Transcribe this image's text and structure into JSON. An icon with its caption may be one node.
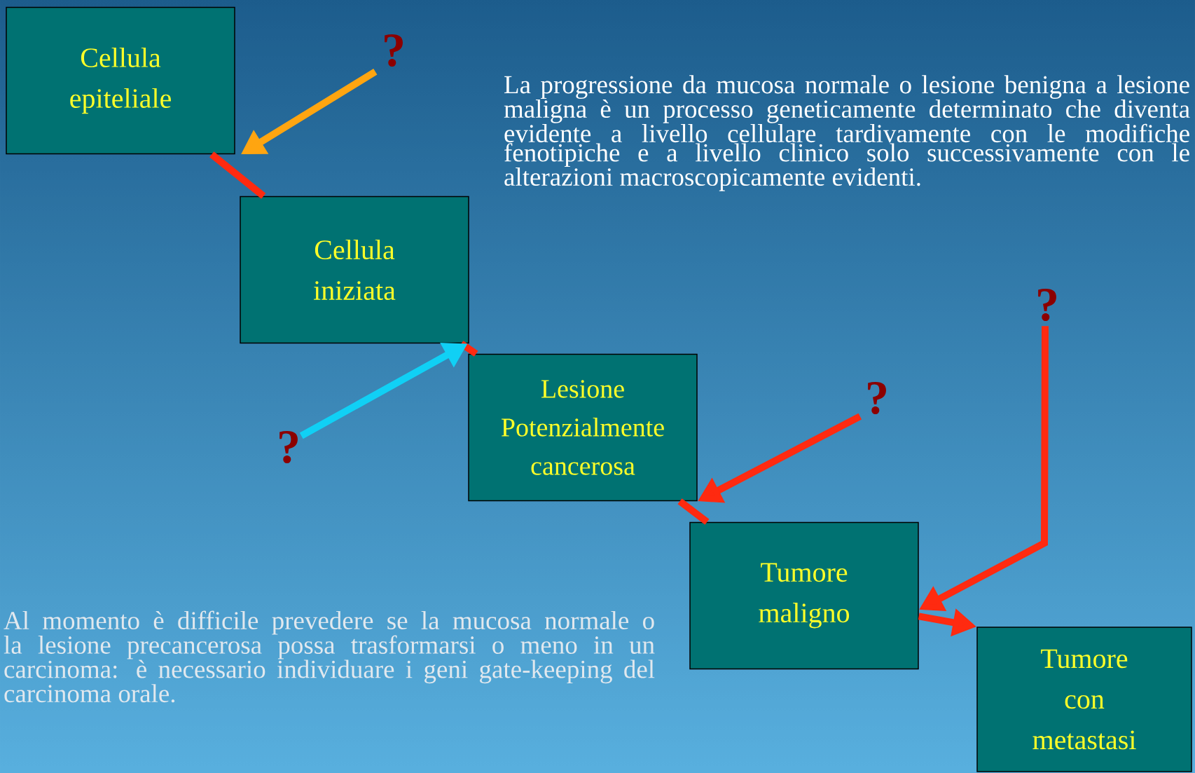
{
  "diagram": {
    "nodes": [
      {
        "text": [
          "Cellula epiteliale"
        ]
      },
      {
        "text": [
          "Cellula iniziata"
        ]
      },
      {
        "text": [
          "Lesione Potenzialmente cancerosa"
        ]
      },
      {
        "text": [
          "Tumore maligno"
        ]
      },
      {
        "text": [
          "Tumore con metastasi"
        ]
      },
      {
        "text": [
          "?"
        ]
      },
      {
        "text": [
          "?"
        ]
      },
      {
        "text": [
          "?"
        ]
      },
      {
        "text": [
          "?"
        ]
      }
    ],
    "edges": [
      {
        "from": 0,
        "to": 1,
        "arrow": "none"
      },
      {
        "from": 1,
        "to": 2,
        "arrow": "none"
      },
      {
        "from": 2,
        "to": 3,
        "arrow": "none"
      },
      {
        "from": 3,
        "to": 4,
        "arrow": "to"
      },
      {
        "from": 5,
        "to": 0,
        "arrow": "to",
        "color": "#ffa510"
      },
      {
        "from": 6,
        "to": 1,
        "arrow": "to",
        "color": "#10d0f5"
      },
      {
        "from": 7,
        "to": 2,
        "arrow": "to"
      },
      {
        "from": 8,
        "to": 3,
        "arrow": "to"
      }
    ],
    "labels": [
      "La progressione da mucosa normale o lesione benigna a lesione maligna è un processo geneticamente determinato che diventa evidente a livello cellulare tardivamente con le modifiche fenotipiche e a livello clinico solo successivamente con le alterazioni macroscopicamente evidenti.",
      "Al momento è difficile prevedere se la mucosa normale o la lesione precancerosa possa trasformarsi o meno in un carcinoma: è necessario individuare i geni gate-keeping del carcinoma orale."
    ]
  }
}
